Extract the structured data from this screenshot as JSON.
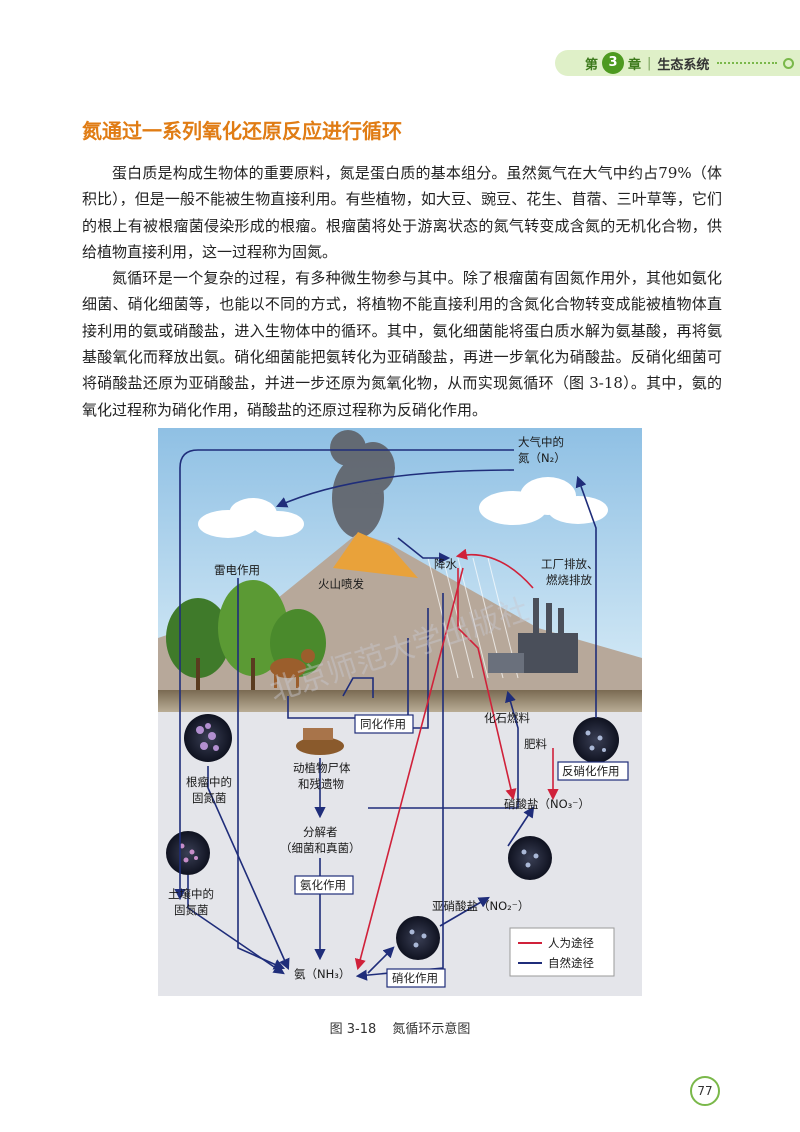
{
  "header": {
    "chapter_prefix": "第",
    "chapter_number": "3",
    "chapter_suffix": "章",
    "chapter_name": "生态系统"
  },
  "section": {
    "title": "氮通过一系列氧化还原反应进行循环"
  },
  "paragraphs": [
    "蛋白质是构成生物体的重要原料，氮是蛋白质的基本组分。虽然氮气在大气中约占79%（体积比），但是一般不能被生物直接利用。有些植物，如大豆、豌豆、花生、苜蓿、三叶草等，它们的根上有被根瘤菌侵染形成的根瘤。根瘤菌将处于游离状态的氮气转变成含氮的无机化合物，供给植物直接利用，这一过程称为固氮。",
    "氮循环是一个复杂的过程，有多种微生物参与其中。除了根瘤菌有固氮作用外，其他如氨化细菌、硝化细菌等，也能以不同的方式，将植物不能直接利用的含氮化合物转变成能被植物体直接利用的氨或硝酸盐，进入生物体中的循环。其中，氨化细菌能将蛋白质水解为氨基酸，再将氨基酸氧化而释放出氨。硝化细菌能把氨转化为亚硝酸盐，再进一步氧化为硝酸盐。反硝化细菌可将硝酸盐还原为亚硝酸盐，并进一步还原为氮氧化物，从而实现氮循环（图 3-18）。其中，氨的氧化过程称为硝化作用，硝酸盐的还原过程称为反硝化作用。"
  ],
  "figure": {
    "atmosphere_n2_line1": "大气中的",
    "atmosphere_n2_line2": "氮（N₂）",
    "lightning": "雷电作用",
    "volcano": "火山喷发",
    "precipitation": "降水",
    "factory_line1": "工厂排放、",
    "factory_line2": "燃烧排放",
    "assimilation": "同化作用",
    "fossil_fuel": "化石燃料",
    "fertilizer": "肥料",
    "denitrification": "反硝化作用",
    "nodule_bacteria_line1": "根瘤中的",
    "nodule_bacteria_line2": "固氮菌",
    "remains_line1": "动植物尸体",
    "remains_line2": "和残遗物",
    "nitrate": "硝酸盐（NO₃⁻）",
    "decomposer_line1": "分解者",
    "decomposer_line2": "（细菌和真菌）",
    "ammonification": "氨化作用",
    "soil_bacteria_line1": "土壤中的",
    "soil_bacteria_line2": "固氮菌",
    "nitrite": "亚硝酸盐（NO₂⁻）",
    "ammonia": "氨（NH₃）",
    "nitrification": "硝化作用",
    "legend_human": "人为途径",
    "legend_natural": "自然途径",
    "watermark": "北京师范大学出版社",
    "colors": {
      "human_path": "#d0213a",
      "natural_path": "#1f2d7a"
    }
  },
  "caption": {
    "number": "图 3-18",
    "text": "氮循环示意图"
  },
  "page_number": "77"
}
